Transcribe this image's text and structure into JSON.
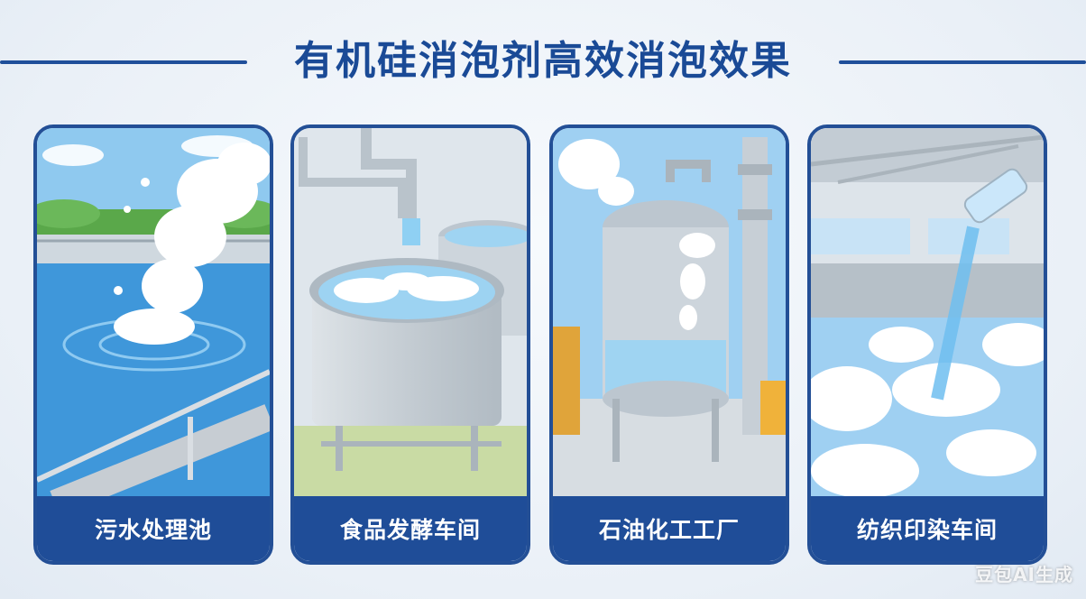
{
  "title": "有机硅消泡剂高效消泡效果",
  "cards": [
    {
      "label": "污水处理池"
    },
    {
      "label": "食品发酵车间"
    },
    {
      "label": "石油化工工厂"
    },
    {
      "label": "纺织印染车间"
    }
  ],
  "watermark": "豆包AI生成",
  "colors": {
    "accent": "#1f4d98",
    "water": "#4aa3e0",
    "foam": "#ffffff"
  }
}
